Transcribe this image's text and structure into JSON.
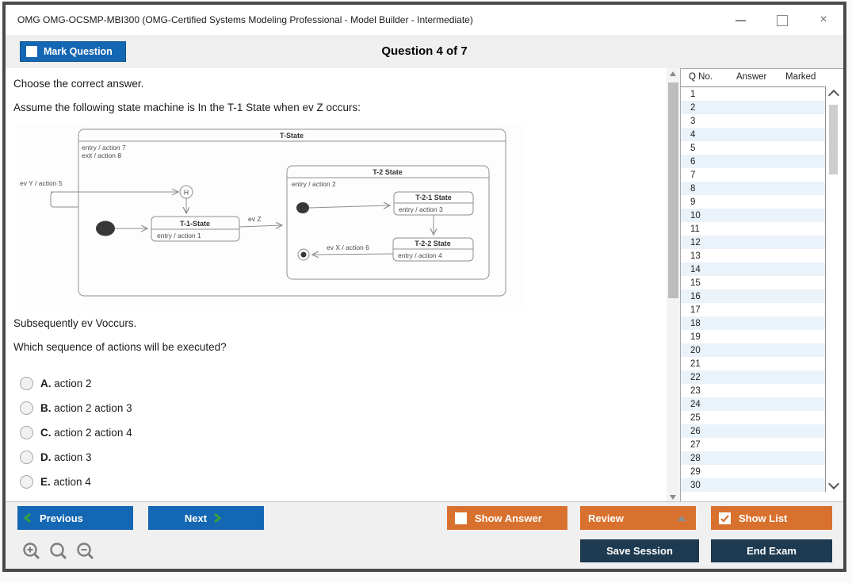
{
  "window": {
    "title": "OMG OMG-OCSMP-MBI300 (OMG-Certified Systems Modeling Professional - Model Builder - Intermediate)",
    "controls": {
      "minimize": "minimize",
      "maximize": "maximize",
      "close": "×"
    }
  },
  "header": {
    "mark_question_label": "Mark Question",
    "question_counter": "Question 4 of 7"
  },
  "question": {
    "instruction": "Choose the correct answer.",
    "stem_line1": "Assume the following state machine is In the T-1 State when ev Z occurs:",
    "stem_line2": "Subsequently ev Voccurs.",
    "stem_line3": "Which sequence of actions will be executed?",
    "options": [
      {
        "letter": "A.",
        "text": "action 2"
      },
      {
        "letter": "B.",
        "text": "action 2 action 3"
      },
      {
        "letter": "C.",
        "text": "action 2 action 4"
      },
      {
        "letter": "D.",
        "text": "action 3"
      },
      {
        "letter": "E.",
        "text": "action 4"
      }
    ]
  },
  "diagram": {
    "t_state": {
      "title": "T-State",
      "entry": "entry / action 7",
      "exit": "exit / action 8"
    },
    "t1_state": {
      "title": "T-1-State",
      "entry": "entry / action 1"
    },
    "t2_state": {
      "title": "T-2 State",
      "entry": "entry / action 2"
    },
    "t21_state": {
      "title": "T-2-1 State",
      "entry": "entry / action 3"
    },
    "t22_state": {
      "title": "T-2-2 State",
      "entry": "entry / action 4"
    },
    "transitions": {
      "ev_y": "ev Y / action 5",
      "ev_z": "ev Z",
      "ev_x": "ev X / action 6"
    },
    "history_label": "H"
  },
  "question_list": {
    "headers": {
      "qno": "Q No.",
      "answer": "Answer",
      "marked": "Marked"
    },
    "rows": [
      "1",
      "2",
      "3",
      "4",
      "5",
      "6",
      "7",
      "8",
      "9",
      "10",
      "11",
      "12",
      "13",
      "14",
      "15",
      "16",
      "17",
      "18",
      "19",
      "20",
      "21",
      "22",
      "23",
      "24",
      "25",
      "26",
      "27",
      "28",
      "29",
      "30"
    ]
  },
  "footer": {
    "previous": "Previous",
    "next": "Next",
    "show_answer": "Show Answer",
    "review": "Review",
    "show_list": "Show List",
    "save_session": "Save Session",
    "end_exam": "End Exam"
  },
  "colors": {
    "accent_blue": "#1467b3",
    "accent_orange": "#d9712e",
    "accent_navy": "#1d3a50",
    "chevron_green": "#3ba03b",
    "row_alt_blue": "#eaf2fa",
    "frame_gray": "#4a4a4a"
  }
}
